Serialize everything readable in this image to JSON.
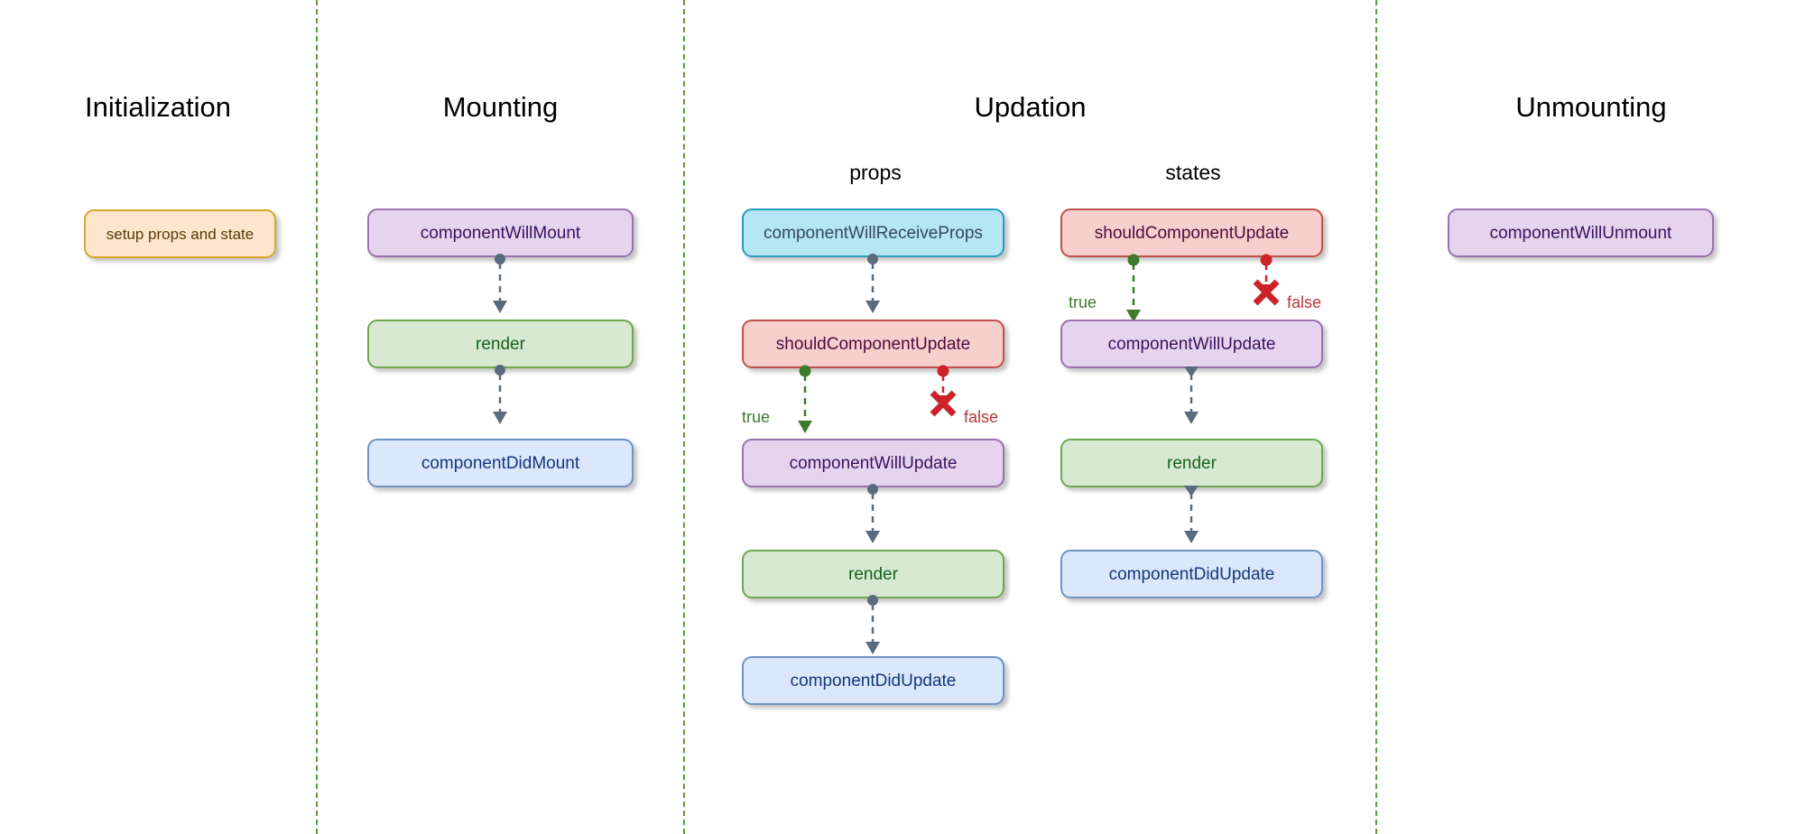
{
  "diagram": {
    "title_hidden": "React Component Lifecycle",
    "background": "#ffffff",
    "separator_color": "#5b9a3e"
  },
  "palette": {
    "orange_fill": "#fde6cd",
    "orange_stroke": "#d9a62b",
    "orange_text": "#5a3a05",
    "purple_fill": "#e6d4ee",
    "purple_stroke": "#9a72ad",
    "purple_text": "#3b1060",
    "green_fill": "#d7e9d2",
    "green_stroke": "#6fa74f",
    "green_text": "#14621d",
    "blue_fill": "#dbe8fb",
    "blue_stroke": "#6f92c4",
    "blue_text": "#15357c",
    "cyan_fill": "#b4e6f4",
    "cyan_stroke": "#2b9cbe",
    "cyan_text": "#34495f",
    "red_fill": "#f7cfcd",
    "red_stroke": "#c0504a",
    "red_text": "#4d0b3d",
    "arrow_gray": "#596b7d",
    "true_green": "#3f7a2e",
    "false_red": "#cc2229"
  },
  "sections": {
    "initialization": {
      "title": "Initialization"
    },
    "mounting": {
      "title": "Mounting"
    },
    "updation": {
      "title": "Updation",
      "sub_props": "props",
      "sub_states": "states"
    },
    "unmounting": {
      "title": "Unmounting"
    }
  },
  "nodes": {
    "init_setup": "setup props and state",
    "mount_will": "componentWillMount",
    "mount_render": "render",
    "mount_did": "componentDidMount",
    "props_will_receive": "componentWillReceiveProps",
    "props_should_update": "shouldComponentUpdate",
    "props_will_update": "componentWillUpdate",
    "props_render": "render",
    "props_did_update": "componentDidUpdate",
    "states_should_update": "shouldComponentUpdate",
    "states_will_update": "componentWillUpdate",
    "states_render": "render",
    "states_did_update": "componentDidUpdate",
    "unmount_will": "componentWillUnmount"
  },
  "edge_labels": {
    "props_true": "true",
    "props_false": "false",
    "states_true": "true",
    "states_false": "false"
  }
}
